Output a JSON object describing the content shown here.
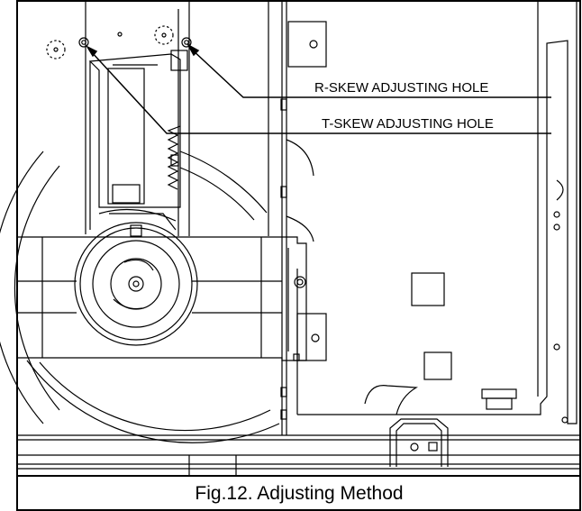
{
  "labels": {
    "r_skew": "R-SKEW ADJUSTING HOLE",
    "t_skew": "T-SKEW ADJUSTING HOLE"
  },
  "caption": "Fig.12. Adjusting Method",
  "colors": {
    "line": "#000000",
    "background": "#ffffff"
  }
}
